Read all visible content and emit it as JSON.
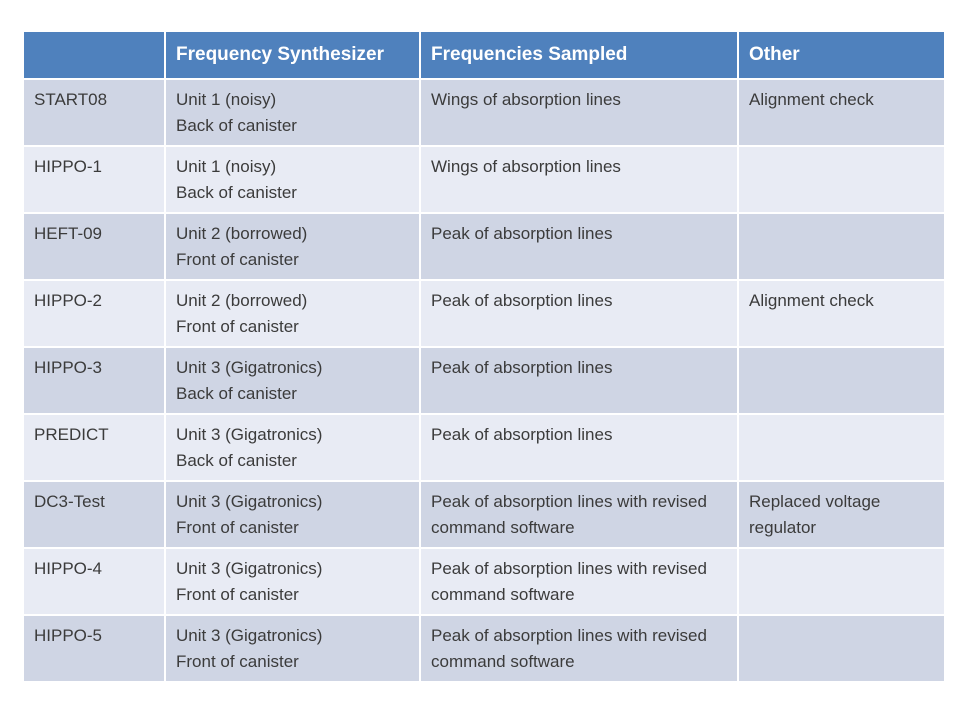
{
  "colors": {
    "header_bg": "#4f81bd",
    "header_text": "#ffffff",
    "row_band_dark": "#cfd5e4",
    "row_band_light": "#e8ebf4",
    "body_text": "#3b3b3b",
    "divider": "#ffffff"
  },
  "table": {
    "headers": [
      "",
      "Frequency Synthesizer",
      "Frequencies Sampled",
      "Other"
    ],
    "rows": [
      {
        "id": "START08",
        "synthesizer": "Unit 1 (noisy)\nBack of canister",
        "sampled": "Wings of absorption lines",
        "other": "Alignment check"
      },
      {
        "id": "HIPPO-1",
        "synthesizer": "Unit 1 (noisy)\nBack of canister",
        "sampled": "Wings of absorption lines",
        "other": ""
      },
      {
        "id": "HEFT-09",
        "synthesizer": "Unit 2 (borrowed)\nFront of canister",
        "sampled": "Peak of absorption lines",
        "other": ""
      },
      {
        "id": "HIPPO-2",
        "synthesizer": "Unit 2 (borrowed)\nFront of canister",
        "sampled": "Peak of absorption lines",
        "other": "Alignment check"
      },
      {
        "id": "HIPPO-3",
        "synthesizer": "Unit 3 (Gigatronics)\nBack of canister",
        "sampled": "Peak of absorption lines",
        "other": ""
      },
      {
        "id": "PREDICT",
        "synthesizer": "Unit 3 (Gigatronics)\nBack of canister",
        "sampled": "Peak of absorption lines",
        "other": ""
      },
      {
        "id": "DC3-Test",
        "synthesizer": "Unit 3 (Gigatronics)\nFront of canister",
        "sampled": "Peak of absorption lines with revised command software",
        "other": "Replaced voltage regulator"
      },
      {
        "id": "HIPPO-4",
        "synthesizer": "Unit 3 (Gigatronics)\nFront of canister",
        "sampled": "Peak of absorption lines with revised command software",
        "other": ""
      },
      {
        "id": "HIPPO-5",
        "synthesizer": "Unit 3 (Gigatronics)\nFront of canister",
        "sampled": "Peak of absorption lines with revised command software",
        "other": ""
      }
    ]
  }
}
